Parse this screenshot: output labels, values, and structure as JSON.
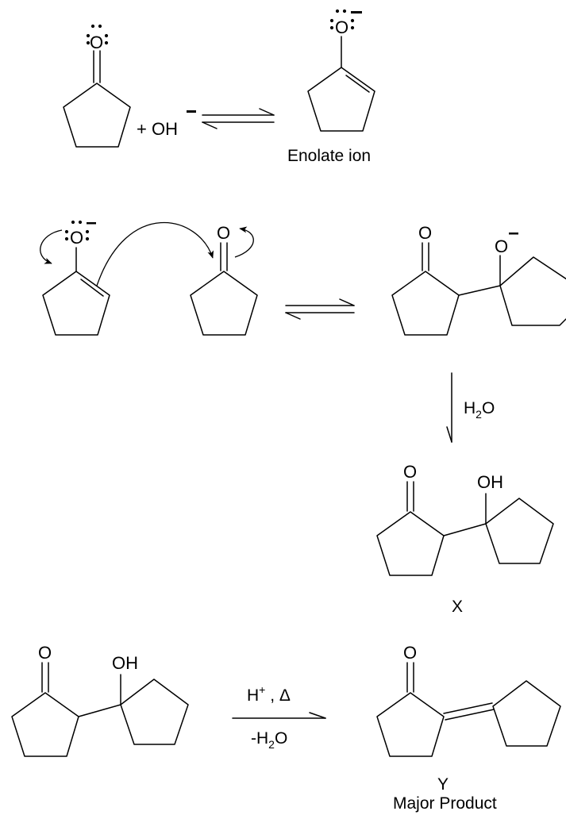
{
  "atoms": {
    "oxygen": "O",
    "plus_hydroxide": "+ OH",
    "hydroxyl": "OH"
  },
  "labels": {
    "enolate_ion": "Enolate ion",
    "product_x": "X",
    "product_y": "Y",
    "major_product": "Major Product"
  },
  "reagents": {
    "water_h": "H",
    "water_sub": "2",
    "water_o": "O",
    "acid_h": "H",
    "acid_sup": "+",
    "acid_sep": " , ",
    "heat_symbol": "Δ",
    "dehydration_minus_h": "-H",
    "dehydration_sub": "2",
    "dehydration_o": "O"
  },
  "icons": {
    "equilibrium": "equilibrium-arrow-icon",
    "reaction": "reaction-arrow-icon",
    "electron_push": "curved-arrow-icon"
  }
}
